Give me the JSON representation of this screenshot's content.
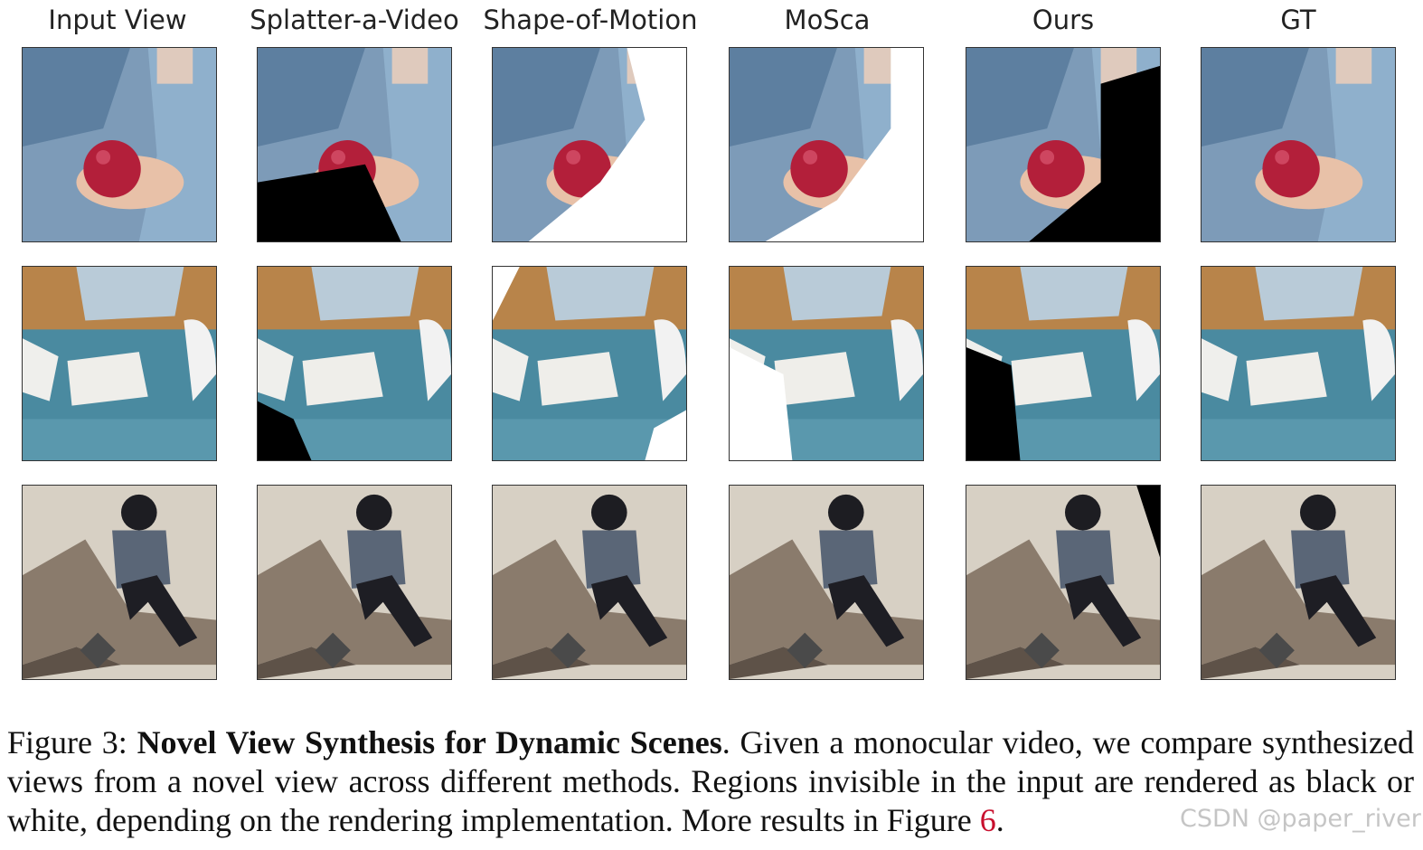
{
  "columns": [
    "Input View",
    "Splatter-a-Video",
    "Shape-of-Motion",
    "MoSca",
    "Ours",
    "GT"
  ],
  "rows": [
    "apple-hand",
    "blocks-table",
    "boy-sitting"
  ],
  "tiles": [
    [
      {
        "bg": "#8fa8c0",
        "void": "none"
      },
      {
        "bg": "#8fa8c0",
        "void": "black-bottom"
      },
      {
        "bg": "#8fa8c0",
        "void": "white-right"
      },
      {
        "bg": "#8fa8c0",
        "void": "white-bottom-right"
      },
      {
        "bg": "#8fa8c0",
        "void": "black-right"
      },
      {
        "bg": "#8fa8c0",
        "void": "none"
      }
    ],
    [
      {
        "bg": "#4a8aa0",
        "void": "none"
      },
      {
        "bg": "#4a8aa0",
        "void": "black-bottom-left"
      },
      {
        "bg": "#4a8aa0",
        "void": "white-edges"
      },
      {
        "bg": "#4a8aa0",
        "void": "white-left-bottom"
      },
      {
        "bg": "#4a8aa0",
        "void": "black-left"
      },
      {
        "bg": "#4a8aa0",
        "void": "none"
      }
    ],
    [
      {
        "bg": "#d7d0c4",
        "void": "none"
      },
      {
        "bg": "#d7d0c4",
        "void": "none"
      },
      {
        "bg": "#d7d0c4",
        "void": "none"
      },
      {
        "bg": "#d7d0c4",
        "void": "none"
      },
      {
        "bg": "#d7d0c4",
        "void": "black-top-right"
      },
      {
        "bg": "#d7d0c4",
        "void": "none"
      }
    ]
  ],
  "caption": {
    "label": "Figure 3:",
    "title": "Novel View Synthesis for Dynamic Scenes",
    "body": ". Given a monocular video, we compare synthesized views from a novel view across different methods. Regions invisible in the input are rendered as black or white, depending on the rendering implementation. More results in Figure ",
    "ref": "6",
    "end": "."
  },
  "watermark": "CSDN @paper_river"
}
